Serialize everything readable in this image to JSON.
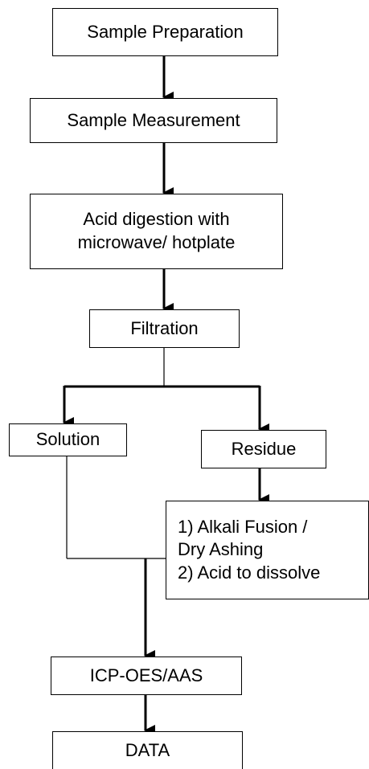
{
  "diagram": {
    "type": "flowchart",
    "stroke_color": "#000000",
    "fill_color": "#ffffff",
    "text_color": "#000000",
    "nodes": [
      {
        "id": "sample-preparation",
        "label": "Sample Preparation"
      },
      {
        "id": "sample-measurement",
        "label": "Sample Measurement"
      },
      {
        "id": "acid-digestion",
        "label": "Acid digestion with\nmicrowave/ hotplate"
      },
      {
        "id": "filtration",
        "label": "Filtration"
      },
      {
        "id": "solution",
        "label": "Solution"
      },
      {
        "id": "residue",
        "label": "Residue"
      },
      {
        "id": "alkali-fusion",
        "label": "1) Alkali Fusion /\n    Dry Ashing\n2) Acid to dissolve"
      },
      {
        "id": "icp-oes-aas",
        "label": "ICP-OES/AAS"
      },
      {
        "id": "data",
        "label": "DATA"
      }
    ],
    "edges": [
      {
        "from": "sample-preparation",
        "to": "sample-measurement"
      },
      {
        "from": "sample-measurement",
        "to": "acid-digestion"
      },
      {
        "from": "acid-digestion",
        "to": "filtration"
      },
      {
        "from": "filtration",
        "to": "solution"
      },
      {
        "from": "filtration",
        "to": "residue"
      },
      {
        "from": "residue",
        "to": "alkali-fusion"
      },
      {
        "from": "solution",
        "to": "icp-oes-aas"
      },
      {
        "from": "alkali-fusion",
        "to": "icp-oes-aas"
      },
      {
        "from": "icp-oes-aas",
        "to": "data"
      }
    ]
  }
}
